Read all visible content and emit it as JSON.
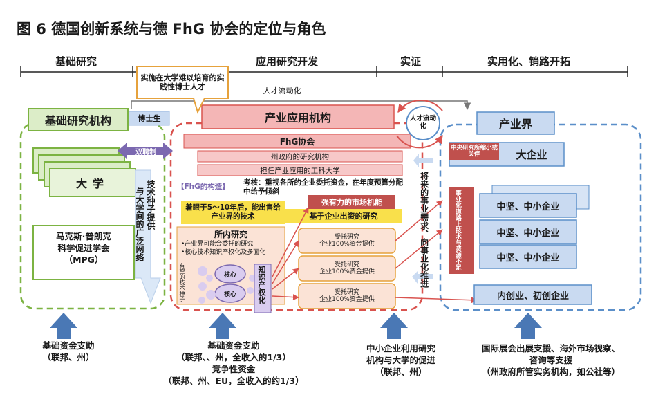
{
  "figure": {
    "title": "图 6 德国创新系统与德 FhG 协会的定位与角色"
  },
  "stages": [
    "基础研究",
    "应用研究开发",
    "实证",
    "实用化、销路开拓"
  ],
  "callout": "实施在大学难以培育的实践性博士人才",
  "labels": {
    "talent_flow": "人才流动化",
    "talent_flow_circle": "人才流动化",
    "phd": "博士生",
    "dual": "双聘制",
    "tech_seed": "技术种子提供",
    "broad_network": "与大学间的广泛网络",
    "future_needs": "将来的事业需求、向事业化推进"
  },
  "basic": {
    "title": "基础研究机构",
    "university": "大学",
    "mpg_line1": "马克斯·普朗克",
    "mpg_line2": "科学促进学会",
    "mpg_line3": "（MPG）"
  },
  "applied": {
    "title": "产业应用机构",
    "layers": [
      "FhG协会",
      "州政府的研究机构",
      "担任产业应用的工科大学"
    ],
    "structure_label": "【FhG的构造】",
    "assessment": "考核：重视各所的企业委托资金，在年度预算分配中给予倾斜",
    "market": "强有力的市场机能",
    "horizon": "着眼于5～10年后，能出售给产业界的技术",
    "enterprise_research": "基于企业出资的研究",
    "inhouse_title": "所内研究",
    "inhouse_b1": "•产业界可能会委托的研究",
    "inhouse_b2": "•核心技术知识产权化及多面化",
    "seeds": "有望的技术种子",
    "core": "核心",
    "ip": "知识产权化",
    "contracts": [
      "受托研究\n企业100%资金提供",
      "受托研究\n企业100%资金提供",
      "受托研究\n企业100%资金提供"
    ]
  },
  "industry": {
    "title": "产业界",
    "big": "大企业",
    "central_lab": "中央研究所缩小或关停",
    "mid": [
      "中坚、中小企业",
      "中坚、中小企业",
      "中坚、中小企业"
    ],
    "lack": "事业化道路上技术与资源不足",
    "startup": "内创业、初创企业"
  },
  "footers": {
    "f1": "基础资金支助\n（联邦、州）",
    "f2": "基础资金支助\n（联邦、、州，全收入的1/3）\n竞争性资金\n（联邦、州、EU，全收入的约1/3）",
    "f3": "中小企业利用研究\n机构与大学的促进\n（联邦、州）",
    "f4": "国际展会出展支援、海外市场视察、\n咨询等支援\n（州政府所管实务机构，如公社等）"
  },
  "colors": {
    "green": "#7cb342",
    "green_light": "#dcedc8",
    "red_dash": "#d9534f",
    "pink": "#f4b6b6",
    "pink_dark": "#ee9a9a",
    "blue_dash": "#5b8fc9",
    "blue_box": "#c9daf1",
    "blue_arrow": "#4a78b5",
    "yellow": "#f9e04b",
    "market": "#c0504d",
    "orange": "#e6a23c"
  }
}
